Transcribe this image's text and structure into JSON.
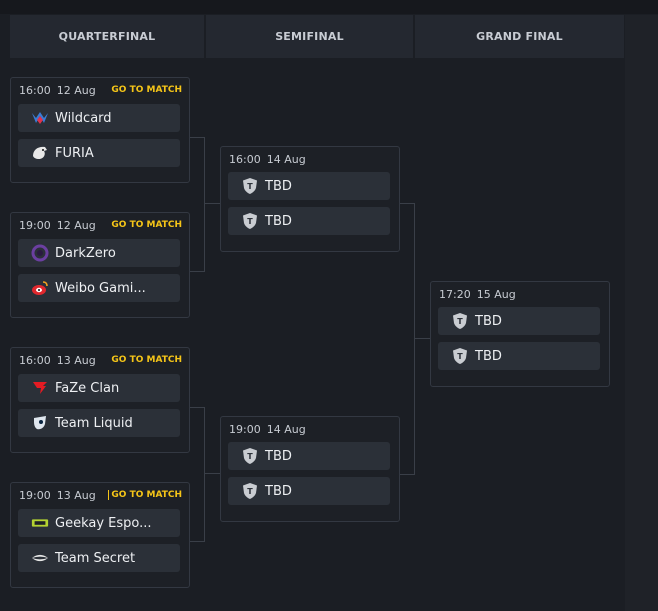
{
  "headers": {
    "quarterfinal": "QUARTERFINAL",
    "semifinal": "SEMIFINAL",
    "grand_final": "GRAND FINAL"
  },
  "go_to_match": "GO TO MATCH",
  "quarterfinals": [
    {
      "time": "16:00",
      "date": "12 Aug",
      "team1": "Wildcard",
      "team2": "FURIA"
    },
    {
      "time": "19:00",
      "date": "12 Aug",
      "team1": "DarkZero",
      "team2": "Weibo Gami..."
    },
    {
      "time": "16:00",
      "date": "13 Aug",
      "team1": "FaZe Clan",
      "team2": "Team Liquid"
    },
    {
      "time": "19:00",
      "date": "13 Aug",
      "team1": "Geekay Espo...",
      "team2": "Team Secret"
    }
  ],
  "semifinals": [
    {
      "time": "16:00",
      "date": "14 Aug",
      "team1": "TBD",
      "team2": "TBD"
    },
    {
      "time": "19:00",
      "date": "14 Aug",
      "team1": "TBD",
      "team2": "TBD"
    }
  ],
  "grand_final": {
    "time": "17:20",
    "date": "15 Aug",
    "team1": "TBD",
    "team2": "TBD"
  },
  "icons": {
    "wildcard": "wildcard-logo-icon",
    "furia": "furia-logo-icon",
    "darkzero": "darkzero-logo-icon",
    "weibo": "weibo-logo-icon",
    "faze": "faze-logo-icon",
    "liquid": "liquid-logo-icon",
    "geekay": "geekay-logo-icon",
    "secret": "secret-logo-icon",
    "tbd": "tbd-shield-icon"
  },
  "colors": {
    "accent": "#f5c518",
    "background": "#1b1e24",
    "team_row": "#2b3038"
  }
}
